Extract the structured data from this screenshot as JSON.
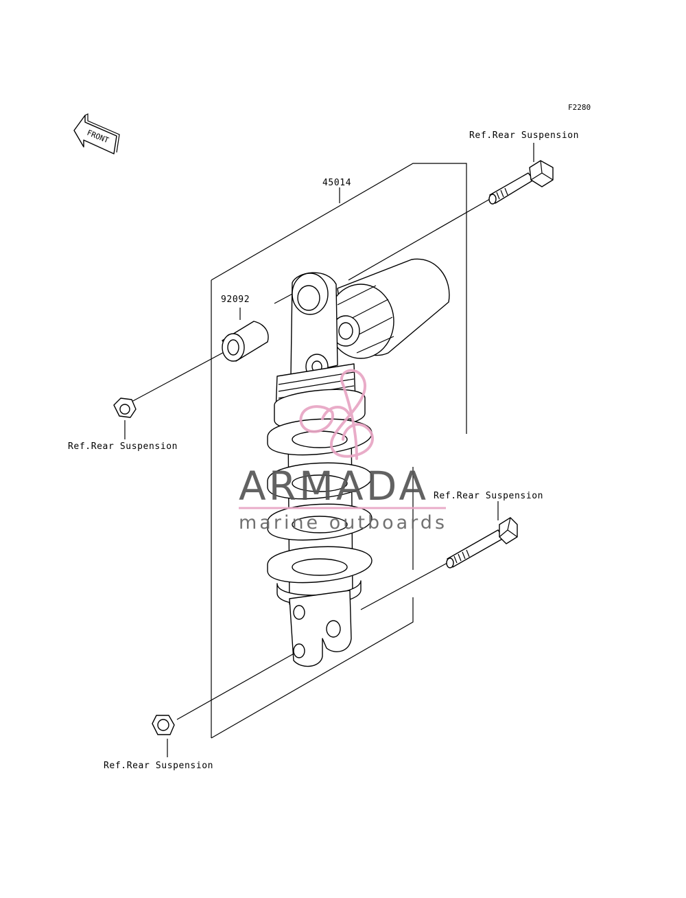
{
  "figure_code": "F2280",
  "front_label": "FRONT",
  "parts": {
    "shock_absorber": "45014",
    "collar": "92092"
  },
  "refs": {
    "top_bolt": "Ref.Rear Suspension",
    "left_nut": "Ref.Rear Suspension",
    "bottom_bolt": "Ref.Rear Suspension",
    "bottom_nut": "Ref.Rear Suspension"
  },
  "watermark": {
    "brand": "ARMADA",
    "tagline": "marine outboards",
    "color": "#e8a5c4"
  }
}
